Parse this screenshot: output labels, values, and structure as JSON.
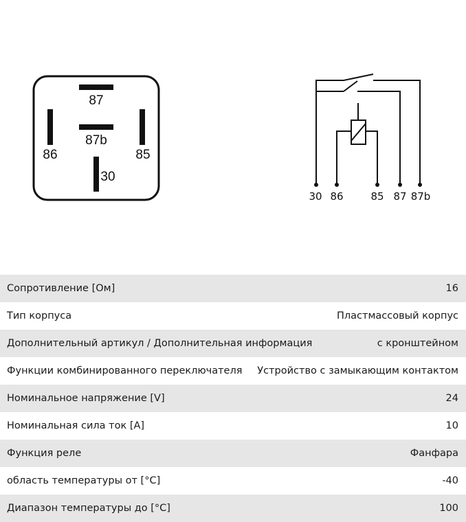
{
  "connector_view": {
    "pins": [
      "87",
      "87b",
      "86",
      "85",
      "30"
    ]
  },
  "circuit": {
    "terminals": [
      "30",
      "86",
      "85",
      "87",
      "87b"
    ]
  },
  "specs": [
    {
      "label": "Сопротивление [Ом]",
      "value": "16"
    },
    {
      "label": "Тип корпуса",
      "value": "Пластмассовый корпус"
    },
    {
      "label": "Дополнительный артикул / Дополнительная информация",
      "value": "с кронштейном"
    },
    {
      "label": "Функции комбинированного переключателя",
      "value": "Устройство с замыкающим контактом"
    },
    {
      "label": "Номинальное напряжение [V]",
      "value": "24"
    },
    {
      "label": "Номинальная сила ток [A]",
      "value": "10"
    },
    {
      "label": "Функция реле",
      "value": "Фанфара"
    },
    {
      "label": "область температуры от [°C]",
      "value": "-40"
    },
    {
      "label": "Диапазон температуры до [°C]",
      "value": "100"
    }
  ]
}
